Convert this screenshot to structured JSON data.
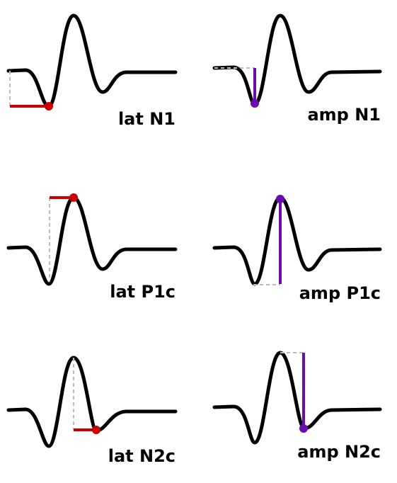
{
  "colors": {
    "waveform": "#000000",
    "latency": "#cc0000",
    "amplitude": "#6a0dad",
    "guide": "#bbbbbb"
  },
  "panels": [
    {
      "id": "lat-n1",
      "label": "lat N1",
      "measure": "latency",
      "peak": "N1"
    },
    {
      "id": "amp-n1",
      "label": "amp N1",
      "measure": "amplitude",
      "peak": "N1"
    },
    {
      "id": "lat-p1c",
      "label": "lat P1c",
      "measure": "latency",
      "peak": "P1c"
    },
    {
      "id": "amp-p1c",
      "label": "amp P1c",
      "measure": "amplitude",
      "peak": "P1c"
    },
    {
      "id": "lat-n2c",
      "label": "lat N2c",
      "measure": "latency",
      "peak": "N2c"
    },
    {
      "id": "amp-n2c",
      "label": "amp N2c",
      "measure": "amplitude",
      "peak": "N2c"
    }
  ]
}
